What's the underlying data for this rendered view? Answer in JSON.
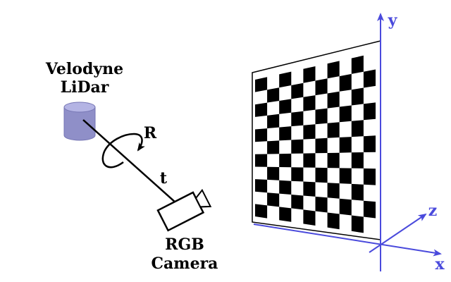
{
  "labels": {
    "lidar_line1": "Velodyne",
    "lidar_line2": "LiDar",
    "rotation": "R",
    "translation": "t",
    "camera_line1": "RGB",
    "camera_line2": "Camera"
  },
  "axes": {
    "x": "x",
    "y": "y",
    "z": "z"
  },
  "checkerboard": {
    "rows": 11,
    "cols": 10
  },
  "colors": {
    "axis": "#4a4adc",
    "lidar_body": "#8f8fc8",
    "lidar_top": "#b4b4e4",
    "ink": "#000000"
  },
  "icons": {
    "lidar": "lidar-cylinder-icon",
    "camera": "camera-icon",
    "rotation": "rotation-arrow-icon",
    "translation": "translation-arrow-icon"
  }
}
